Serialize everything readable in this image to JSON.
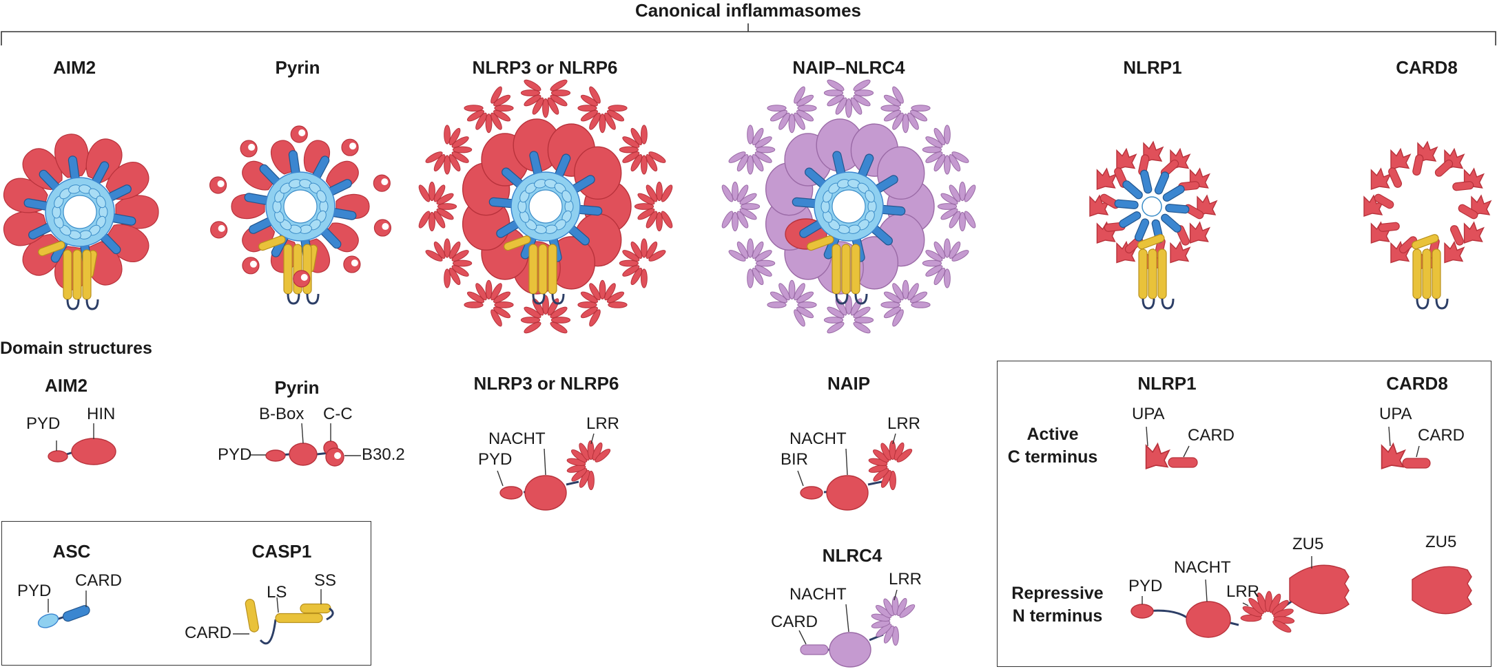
{
  "header": {
    "title": "Canonical inflammasomes"
  },
  "complexes": [
    {
      "name": "AIM2"
    },
    {
      "name": "Pyrin"
    },
    {
      "name": "NLRP3 or NLRP6"
    },
    {
      "name": "NAIP–NLRC4"
    },
    {
      "name": "NLRP1"
    },
    {
      "name": "CARD8"
    }
  ],
  "domain_section": {
    "title": "Domain structures"
  },
  "domains": {
    "aim2": {
      "title": "AIM2",
      "labels": [
        "PYD",
        "HIN"
      ]
    },
    "pyrin": {
      "title": "Pyrin",
      "labels": [
        "B-Box",
        "C-C",
        "PYD",
        "B30.2"
      ]
    },
    "nlrp3": {
      "title": "NLRP3 or NLRP6",
      "labels": [
        "NACHT",
        "LRR",
        "PYD"
      ]
    },
    "naip": {
      "title": "NAIP",
      "labels": [
        "NACHT",
        "LRR",
        "BIR"
      ]
    },
    "nlrc4": {
      "title": "NLRC4",
      "labels": [
        "NACHT",
        "LRR",
        "CARD"
      ]
    },
    "asc": {
      "title": "ASC",
      "labels": [
        "PYD",
        "CARD"
      ]
    },
    "casp1": {
      "title": "CASP1",
      "labels": [
        "LS",
        "SS",
        "CARD"
      ]
    },
    "nlrp1": {
      "title": "NLRP1",
      "active_labels": [
        "UPA",
        "CARD"
      ],
      "repressive_labels": [
        "PYD",
        "NACHT",
        "LRR",
        "ZU5"
      ]
    },
    "card8": {
      "title": "CARD8",
      "active_labels": [
        "UPA",
        "CARD"
      ],
      "repressive_labels": [
        "ZU5"
      ]
    },
    "side_labels": {
      "active": "Active\nC terminus",
      "repressive": "Repressive\nN terminus"
    }
  },
  "colors": {
    "red": "#e0505a",
    "red_dark": "#b8323b",
    "purple": "#c59ad0",
    "purple_dark": "#9a6aa6",
    "blue": "#3b86d0",
    "light_blue": "#8fd0f0",
    "yellow": "#e9c23a",
    "linker": "#2c3e66"
  }
}
